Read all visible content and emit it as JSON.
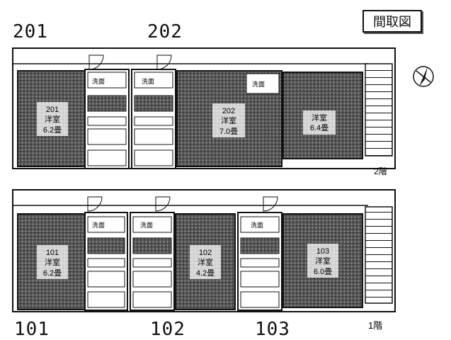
{
  "title": "間取図",
  "floor2": {
    "units": [
      "201",
      "202"
    ],
    "label": "2階",
    "rooms": [
      {
        "id": "201",
        "type": "洋室",
        "size": "6.2畳"
      },
      {
        "id": "202",
        "type": "洋室",
        "size": "7.0畳"
      },
      {
        "id": "",
        "type": "洋室",
        "size": "6.4畳"
      }
    ],
    "amenity": [
      "洗面",
      "洗面",
      "洗面"
    ]
  },
  "floor1": {
    "units": [
      "101",
      "102",
      "103"
    ],
    "label": "1階",
    "rooms": [
      {
        "id": "101",
        "type": "洋室",
        "size": "6.2畳"
      },
      {
        "id": "102",
        "type": "洋室",
        "size": "4.2畳"
      },
      {
        "id": "103",
        "type": "洋室",
        "size": "6.0畳"
      }
    ],
    "amenity": [
      "洗面",
      "洗面",
      "洗面"
    ]
  }
}
